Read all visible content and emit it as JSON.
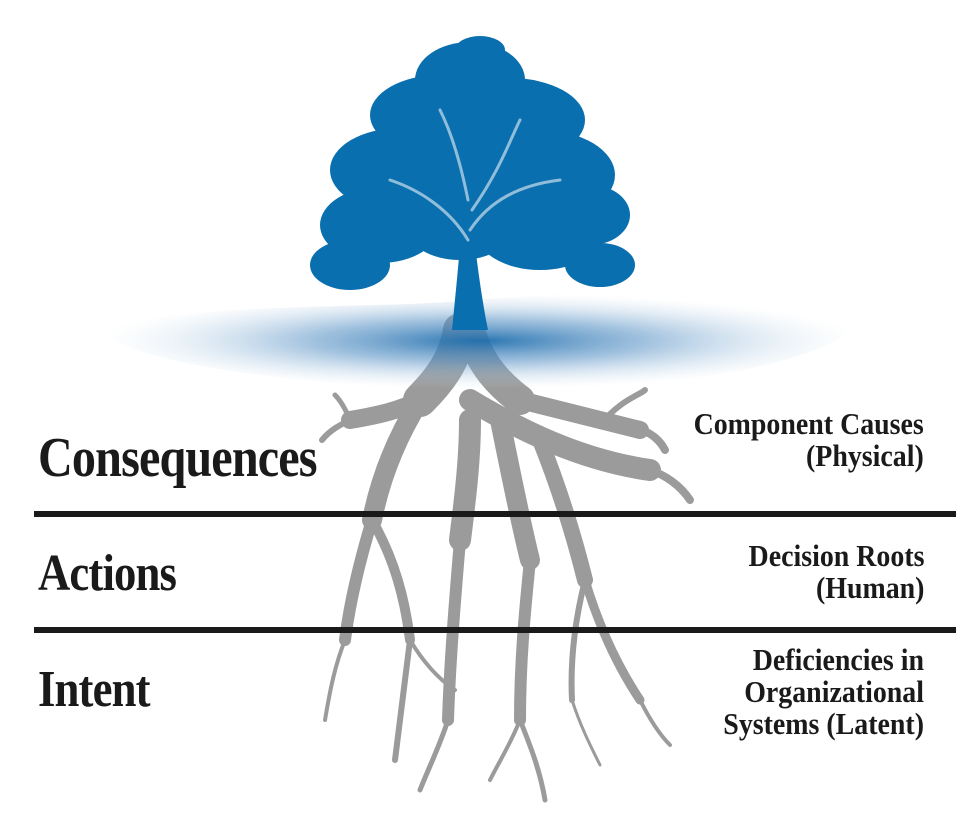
{
  "colors": {
    "foliage": "#0a6fae",
    "ground": "#1e6ead",
    "roots": "#9b9b9b",
    "text": "#1a1a1a"
  },
  "layers": [
    {
      "left_label": "Consequences",
      "right_lines": [
        "Component Causes",
        "(Physical)"
      ]
    },
    {
      "left_label": "Actions",
      "right_lines": [
        "Decision Roots",
        "(Human)"
      ]
    },
    {
      "left_label": "Intent",
      "right_lines": [
        "Deficiencies in",
        "Organizational",
        "Systems (Latent)"
      ]
    }
  ]
}
